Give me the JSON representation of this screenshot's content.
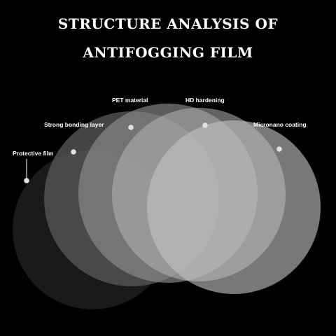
{
  "title": {
    "line1": "STRUCTURE ANALYSIS OF",
    "line2": "ANTIFOGGING FILM"
  },
  "layers": [
    {
      "label": "Protective film",
      "color": "#1b1b1b"
    },
    {
      "label": "Strong bonding layer",
      "color": "#555555"
    },
    {
      "label": "PET material",
      "color": "#8e8e8e"
    },
    {
      "label": "HD hardening",
      "color": "#b4b4b4"
    },
    {
      "label": "Micronano coating",
      "color": "#c2c2c2"
    }
  ],
  "colors": {
    "background": "#000000",
    "text": "#ffffff",
    "marker": "#e0e0e0"
  }
}
